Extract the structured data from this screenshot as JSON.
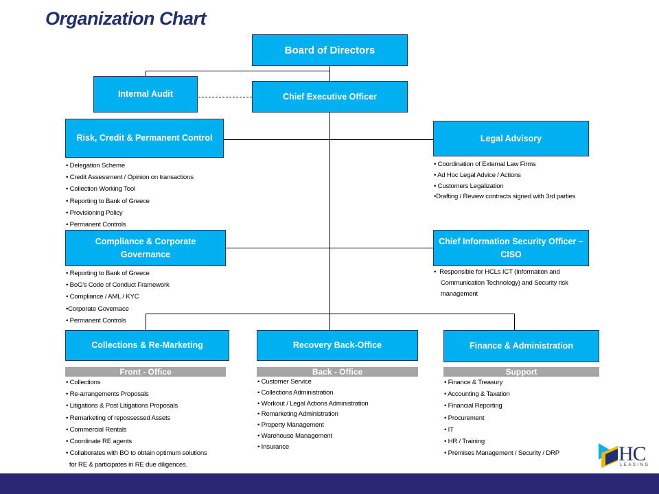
{
  "title": "Organization Chart",
  "boxes": {
    "board": "Board of Directors",
    "ceo": "Chief Executive Officer",
    "internal_audit": "Internal Audit",
    "risk": "Risk, Credit & Permanent Control",
    "legal": "Legal Advisory",
    "compliance_line1": "Compliance & Corporate",
    "compliance_line2": "Governance",
    "ciso_line1": "Chief Information Security Officer –",
    "ciso_line2": "CISO",
    "collections": "Collections & Re-Marketing",
    "recovery": "Recovery Back-Office",
    "finance": "Finance & Administration"
  },
  "sections": {
    "front_office": "Front - Office",
    "back_office": "Back - Office",
    "support": "Support"
  },
  "lists": {
    "risk": [
      "• Delegation Scheme",
      "• Credit Assessment / Opinion on transactions",
      "• Collection Working Tool",
      "• Reporting to Bank of Greece",
      "• Provisioning Policy",
      "• Permanent Controls"
    ],
    "legal": [
      "• Coordination of External Law Firms",
      "• Ad Hoc Legal Advice / Actions",
      "• Customers Legalization",
      "•Drafting / Review contracts signed with 3rd parties"
    ],
    "compliance": [
      "• Reporting to Bank of Greece",
      "• BoG's Code of Conduct Framework",
      "• Compliance / AML / KYC",
      "•Corporate Governace",
      "• Permanent Controls"
    ],
    "ciso": [
      "•  Responsible for HCLs ICT (Information and",
      "    Communication Technology) and Security risk",
      "    management"
    ],
    "collections": [
      "• Collections",
      "• Re-arrangements Proposals",
      "• Litigations & Post Litigations Proposals",
      "• Remarketing of repossessed Assets",
      "• Commercial Rentals",
      "• Coordinate RE agents",
      "• Collaborates with BO to obtain optimum solutions",
      "  for RE & participates in RE due diligences."
    ],
    "recovery": [
      "• Customer Service",
      "• Collections Administration",
      "• Workout / Legal Actions Administration",
      "• Remarketing Administration",
      "• Property Management",
      "• Warehouse Management",
      "• Insurance"
    ],
    "finance": [
      "• Finance & Treasury",
      "• Accounting & Taxation",
      "• Financial Reporting",
      "• Procurement",
      "• IT",
      "• HR / Training",
      "• Premises Management / Security / DRP"
    ]
  },
  "logo": {
    "text": "HC",
    "subtext": "LEASING",
    "colors": {
      "navy": "#1f2f72",
      "gold": "#f2b705",
      "cyan": "#00b0f0"
    }
  },
  "colors": {
    "box_fill": "#00b0f0",
    "title": "#1f2f72",
    "footer": "#2b2673",
    "section_bar": "#a6a6a6"
  }
}
